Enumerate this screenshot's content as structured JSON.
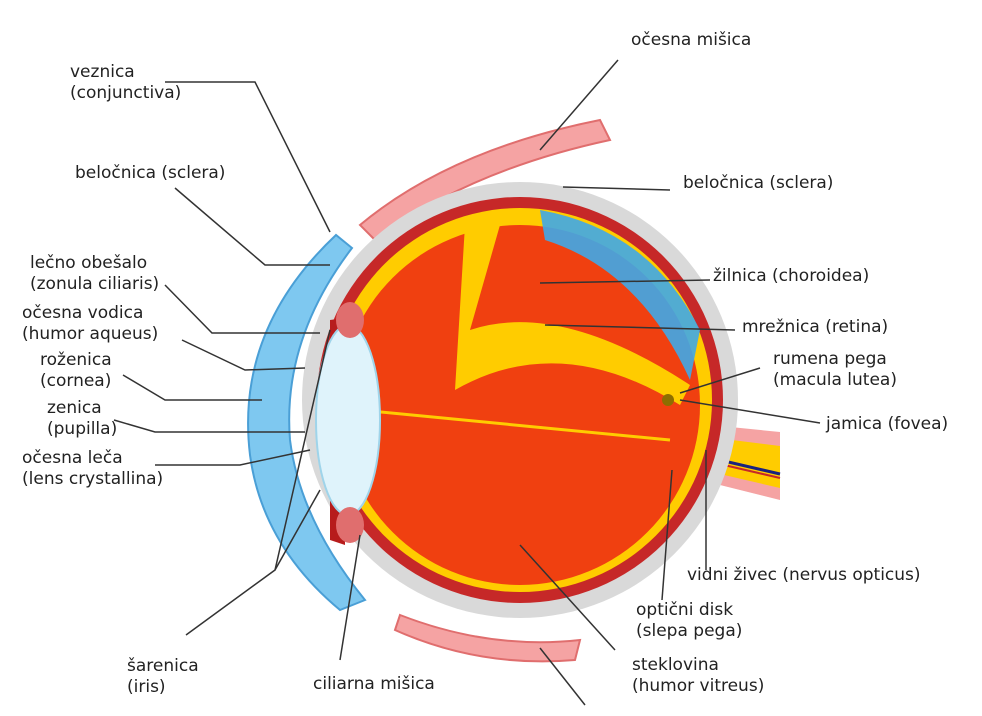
{
  "colors": {
    "sclera": "#d9d9d9",
    "muscle": "#f5a3a3",
    "muscle_dark": "#e06e6e",
    "choroid": "#c62828",
    "retina": "#ffcc00",
    "vitreous": "#f04010",
    "cornea": "#7ec8f0",
    "lens": "#dff3fb",
    "leader": "#333333"
  },
  "labels": {
    "ocesna_misica_top": "očesna mišica",
    "veznica": [
      "veznica",
      "(conjunctiva)"
    ],
    "belocnica_left": "beločnica (sclera)",
    "belocnica_right": "beločnica (sclera)",
    "zilnica": "žilnica (choroidea)",
    "lecno_obesalo": [
      "lečno obešalo",
      "(zonula ciliaris)"
    ],
    "ocesna_vodica": [
      "očesna vodica",
      "(humor aqueus)"
    ],
    "mreznica": "mrežnica (retina)",
    "rumena_pega": [
      "rumena pega",
      "(macula lutea)"
    ],
    "rozenica": [
      "roženica",
      "(cornea)"
    ],
    "jamica": "jamica (fovea)",
    "zenica": [
      "zenica",
      "(pupilla)"
    ],
    "ocesna_leca": [
      "očesna leča",
      "(lens crystallina)"
    ],
    "vidni_zivec": "vidni živec (nervus opticus)",
    "opticni_disk": [
      "optični disk",
      "(slepa pega)"
    ],
    "sarenica": [
      "šarenica",
      "(iris)"
    ],
    "ciliarna_misica": "ciliarna mišica",
    "steklovina": [
      "steklovina",
      "(humor vitreus)"
    ]
  }
}
